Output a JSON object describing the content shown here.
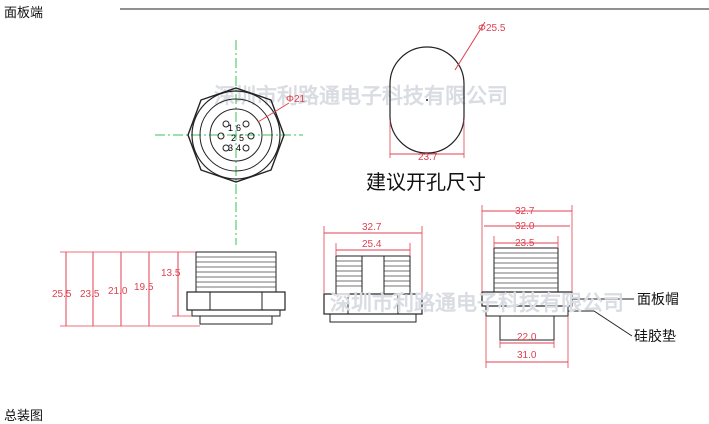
{
  "titles": {
    "top": "面板端",
    "bottom": "总装图",
    "cutout": "建议开孔尺寸"
  },
  "watermark": {
    "text_left": "深圳市利路通电子科技有限公司",
    "text_right": "深圳市利路通电子科技有限公司"
  },
  "front_view": {
    "diameter_label": "Φ21",
    "pin_numbers": [
      "1",
      "6",
      "2",
      "5",
      "3",
      "4"
    ]
  },
  "cutout_view": {
    "diameter_label": "Φ25.5",
    "width_label": "23.7"
  },
  "side_view_left": {
    "heights": [
      "25.5",
      "23.5",
      "21.0",
      "19.5",
      "13.5"
    ]
  },
  "side_view_middle": {
    "widths": [
      "32.7",
      "25.4"
    ]
  },
  "side_view_right": {
    "widths_top": [
      "32.7",
      "32.0",
      "23.5"
    ],
    "widths_bottom": [
      "22.0",
      "31.0"
    ],
    "panel_cap_label": "面板帽",
    "gasket_label": "硅胶垫"
  },
  "colors": {
    "line": "#222222",
    "dimension": "#e04050",
    "centerline": "#39c05a",
    "watermark": "#d9dce2"
  }
}
